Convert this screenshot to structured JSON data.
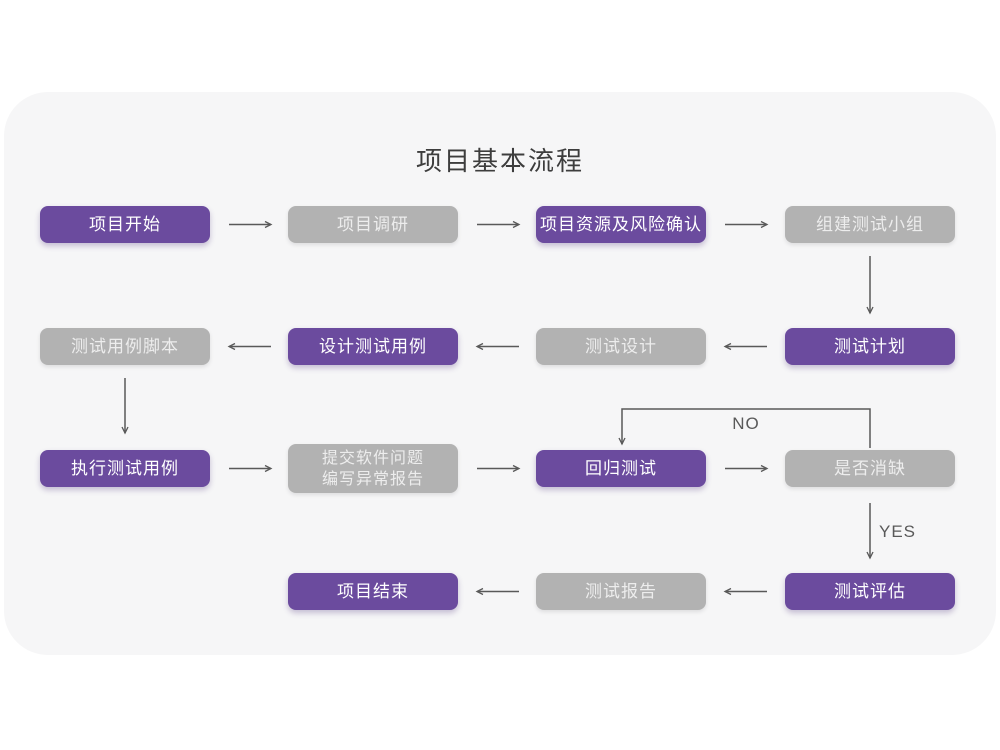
{
  "title": "项目基本流程",
  "colors": {
    "active": "#6b4b9e",
    "inactive": "#b2b2b2",
    "card": "#f6f6f7",
    "arrow": "#595959",
    "title": "#3d3d3d",
    "nodeText": "#ffffff",
    "inactiveText": "#ededed"
  },
  "edge_labels": {
    "no": "NO",
    "yes": "YES"
  },
  "nodes": [
    {
      "id": "project-start",
      "label": "项目开始",
      "state": "active"
    },
    {
      "id": "project-research",
      "label": "项目调研",
      "state": "inactive"
    },
    {
      "id": "resource-risk-confirm",
      "label": "项目资源及风险确认",
      "state": "active"
    },
    {
      "id": "build-test-team",
      "label": "组建测试小组",
      "state": "inactive"
    },
    {
      "id": "test-plan",
      "label": "测试计划",
      "state": "active"
    },
    {
      "id": "test-design",
      "label": "测试设计",
      "state": "inactive"
    },
    {
      "id": "design-test-cases",
      "label": "设计测试用例",
      "state": "active"
    },
    {
      "id": "test-case-script",
      "label": "测试用例脚本",
      "state": "inactive"
    },
    {
      "id": "execute-test-cases",
      "label": "执行测试用例",
      "state": "active"
    },
    {
      "id": "submit-issue-report",
      "lines": [
        "提交软件问题",
        "编写异常报告"
      ],
      "state": "inactive"
    },
    {
      "id": "regression-test",
      "label": "回归测试",
      "state": "active"
    },
    {
      "id": "defect-cleared",
      "label": "是否消缺",
      "state": "inactive"
    },
    {
      "id": "test-evaluation",
      "label": "测试评估",
      "state": "active"
    },
    {
      "id": "test-report",
      "label": "测试报告",
      "state": "inactive"
    },
    {
      "id": "project-end",
      "label": "项目结束",
      "state": "active"
    }
  ]
}
